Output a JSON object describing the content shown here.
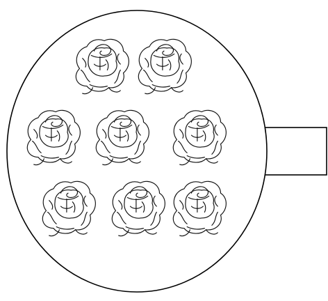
{
  "diagram": {
    "plate_item": "rose",
    "rose_count": 8,
    "rows": [
      2,
      3,
      3
    ],
    "answer_box_value": "",
    "colors": {
      "line": "#000000",
      "background": "#ffffff"
    },
    "icons": {
      "rose": "rose-flower-icon",
      "box": "answer-box"
    }
  }
}
